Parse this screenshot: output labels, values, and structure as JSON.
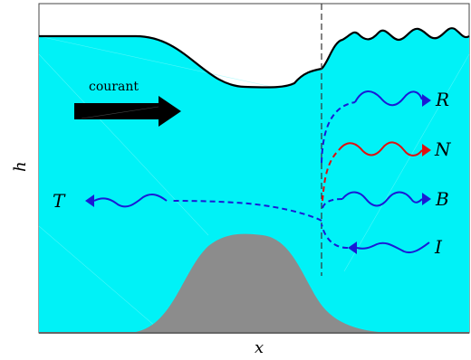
{
  "labels": {
    "courant": "courant",
    "h_axis": "h",
    "x_axis": "x",
    "wave_R": "R",
    "wave_N": "N",
    "wave_B": "B",
    "wave_I": "I",
    "wave_T": "T"
  },
  "colors": {
    "water": "#00f2f7",
    "obstacle": "#8c8c8c",
    "wave_blue": "#1a1ad6",
    "wave_red": "#e01010",
    "surface": "#000000",
    "arrow": "#000000"
  }
}
